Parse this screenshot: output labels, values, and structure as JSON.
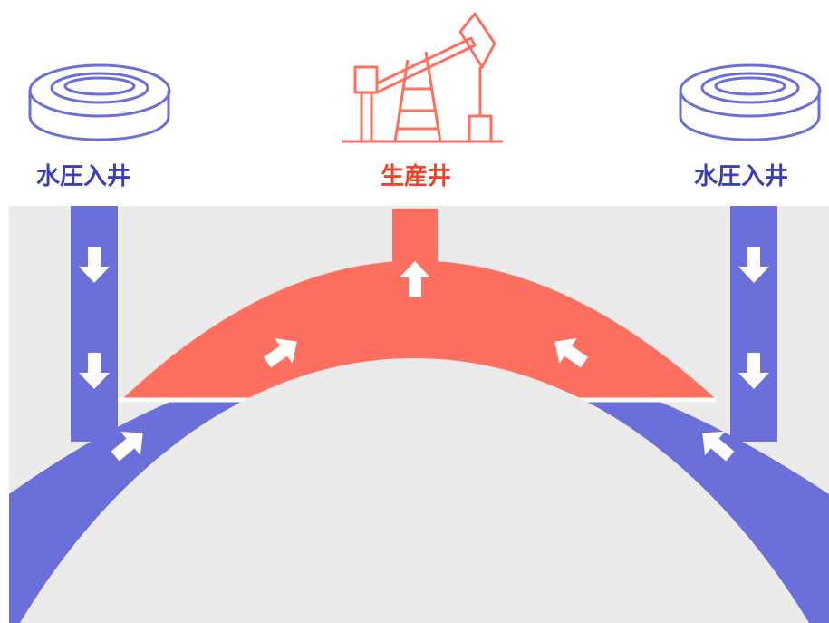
{
  "labels": {
    "left_well": "水圧入井",
    "center_well": "生産井",
    "right_well": "水圧入井"
  },
  "icons": {
    "left": "water-tank-icon",
    "center": "oil-pumpjack-icon",
    "right": "water-tank-icon",
    "flow_arrow": "white-arrow-icon"
  },
  "colors": {
    "water": "#6b6fd9",
    "oil": "#fd6f5e",
    "rock": "#ebebeb",
    "water_text": "#3b3fb5",
    "oil_text": "#f2432a",
    "arrow": "#ffffff"
  }
}
